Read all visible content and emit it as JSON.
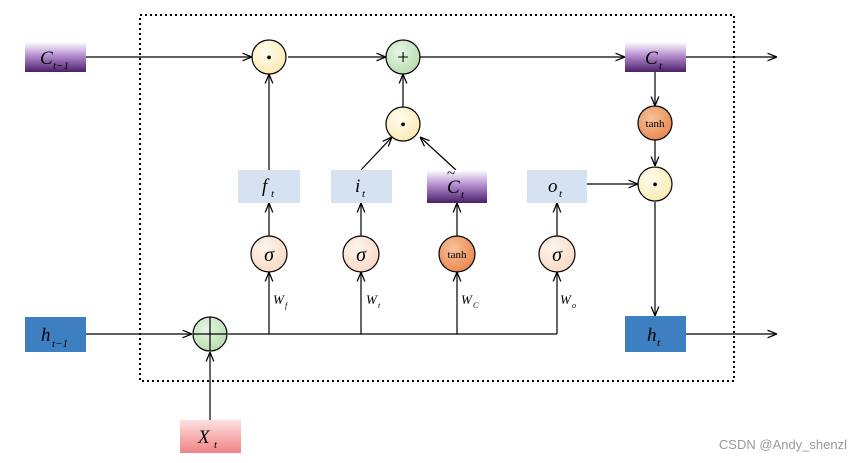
{
  "inputs": {
    "c_prev": {
      "main": "C",
      "sub": "t−1"
    },
    "h_prev": {
      "main": "h",
      "sub": "t−1"
    },
    "x": {
      "main": "X",
      "sub": "t"
    }
  },
  "outputs": {
    "c": {
      "main": "C",
      "sub": "t"
    },
    "h": {
      "main": "h",
      "sub": "t"
    }
  },
  "gates": {
    "forget": {
      "main": "f",
      "sub": "t",
      "weight_main": "W",
      "weight_sub": "f"
    },
    "input": {
      "main": "i",
      "sub": "t",
      "weight_main": "W",
      "weight_sub": "t"
    },
    "candidate": {
      "main": "C",
      "sub": "t",
      "weight_main": "W",
      "weight_sub": "C"
    },
    "output": {
      "main": "o",
      "sub": "t",
      "weight_main": "W",
      "weight_sub": "o"
    }
  },
  "operators": {
    "multiply": "•",
    "add": "+",
    "sigma": "σ",
    "tanh": "tanh"
  },
  "watermark": "CSDN @Andy_shenzl",
  "colors": {
    "purple_box": "#5b2a7a",
    "blue_box": "#3d7fc0",
    "red_box": "#f28c8c",
    "gate_box": "#d6e2f1",
    "mult_node": "#fff3c8",
    "add_node": "#c9e8c4",
    "sigma_node": "#fbe3d3",
    "tanh_node": "#f0a06a"
  }
}
